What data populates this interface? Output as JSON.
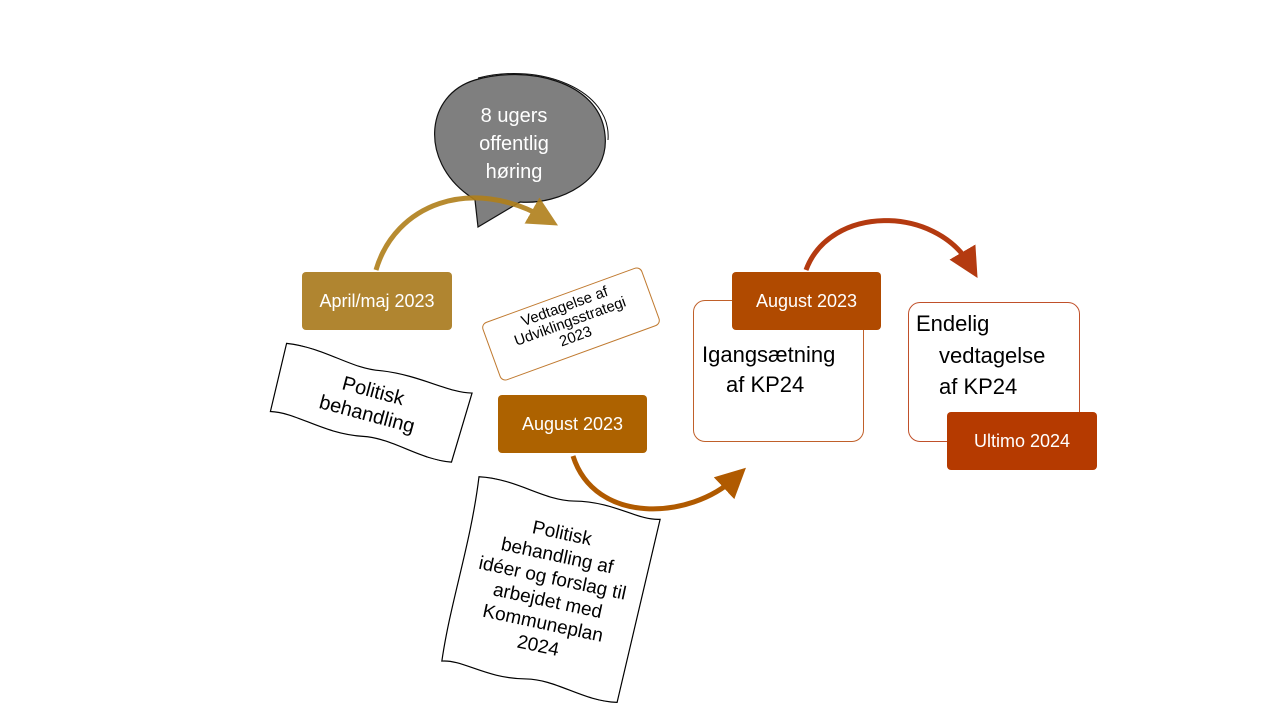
{
  "bubble": {
    "lines": [
      "8 ugers",
      "offentlig",
      "høring"
    ]
  },
  "steps": {
    "april": "April/maj 2023",
    "vedtagelse_lines": [
      "Vedtagelse af",
      "Udviklingsstrategi",
      "2023"
    ],
    "politisk_lines": [
      "Politisk",
      "behandling"
    ],
    "august1": "August 2023",
    "politisk2_lines": [
      "Politisk",
      "behandling af",
      "idéer og forslag til",
      "arbejdet med",
      "Kommuneplan",
      "2024"
    ],
    "august2": "August 2023",
    "igangsaetning_lines": [
      "Igangsætning",
      "af KP24"
    ],
    "endelig_lines": [
      "Endelig",
      "vedtagelse",
      "af KP24"
    ],
    "ultimo": "Ultimo 2024"
  },
  "colors": {
    "gold": "#b08530",
    "brown": "#ad6200",
    "rust": "#b04a00",
    "red": "#b53a00",
    "grey": "#7f7f7f"
  }
}
